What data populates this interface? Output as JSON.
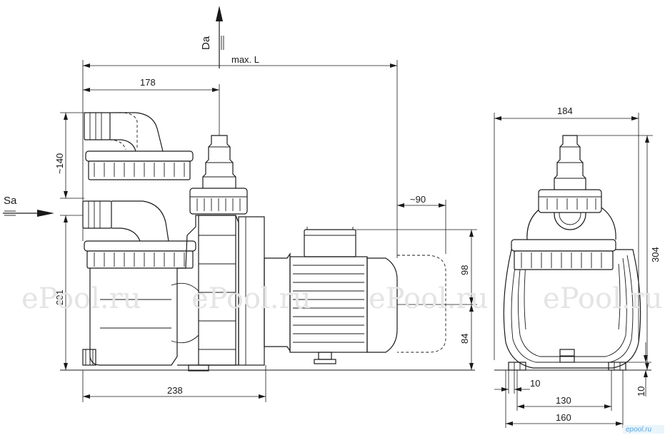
{
  "labels": {
    "da": "Da",
    "sa": "Sa",
    "max_l": "max. L",
    "d178": "178",
    "d140": "~140",
    "d201": "201",
    "d238": "238",
    "d90": "~90",
    "d98": "98",
    "d84": "84",
    "d184": "184",
    "d304": "304",
    "d10a": "10",
    "d130": "130",
    "d160": "160",
    "d10b": "10"
  },
  "watermarks": [
    "ePool.ru",
    "ePool.ru",
    "ePool.ru",
    "ePool.ru"
  ],
  "logo": "epool.ru",
  "colors": {
    "line": "#1a1a1a",
    "watermark": "#e4e4e4",
    "logo": "#5aa6d6"
  }
}
